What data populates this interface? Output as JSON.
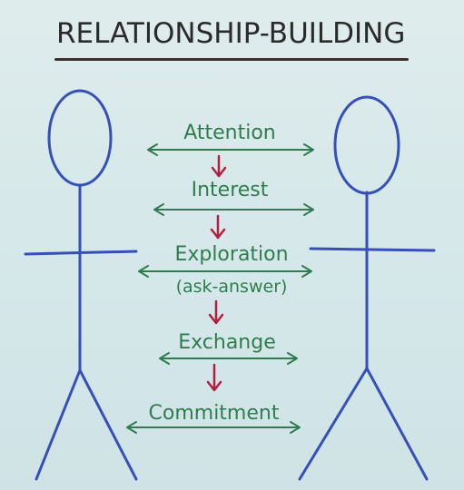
{
  "title": "RELATIONSHIP-BUILDING",
  "steps": [
    {
      "label": "Attention",
      "note": ""
    },
    {
      "label": "Interest",
      "note": ""
    },
    {
      "label": "Exploration",
      "note": "(ask-answer)"
    },
    {
      "label": "Exchange",
      "note": ""
    },
    {
      "label": "Commitment",
      "note": ""
    }
  ],
  "colors": {
    "figure": "#3550b8",
    "steps": "#2f7d4e",
    "flow_arrow": "#b1213f",
    "title": "#2a2a2a"
  }
}
